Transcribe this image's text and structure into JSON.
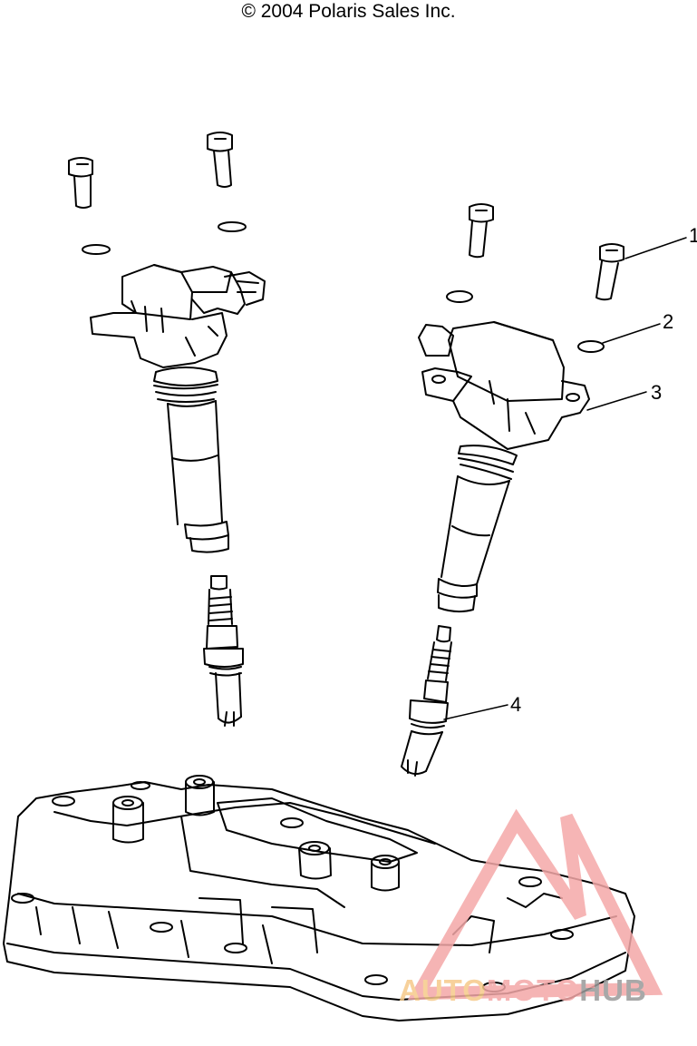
{
  "header": {
    "copyright": "© 2004 Polaris Sales Inc."
  },
  "callouts": [
    {
      "number": "1"
    },
    {
      "number": "2"
    },
    {
      "number": "3"
    },
    {
      "number": "4"
    }
  ],
  "watermark": {
    "text_part1": "AUTO",
    "text_part2": "MOTO",
    "text_part3": "HUB",
    "color_primary": "#f4a8a8",
    "color_accent": "#f6c98a",
    "color_dark": "#9a9a9a"
  }
}
